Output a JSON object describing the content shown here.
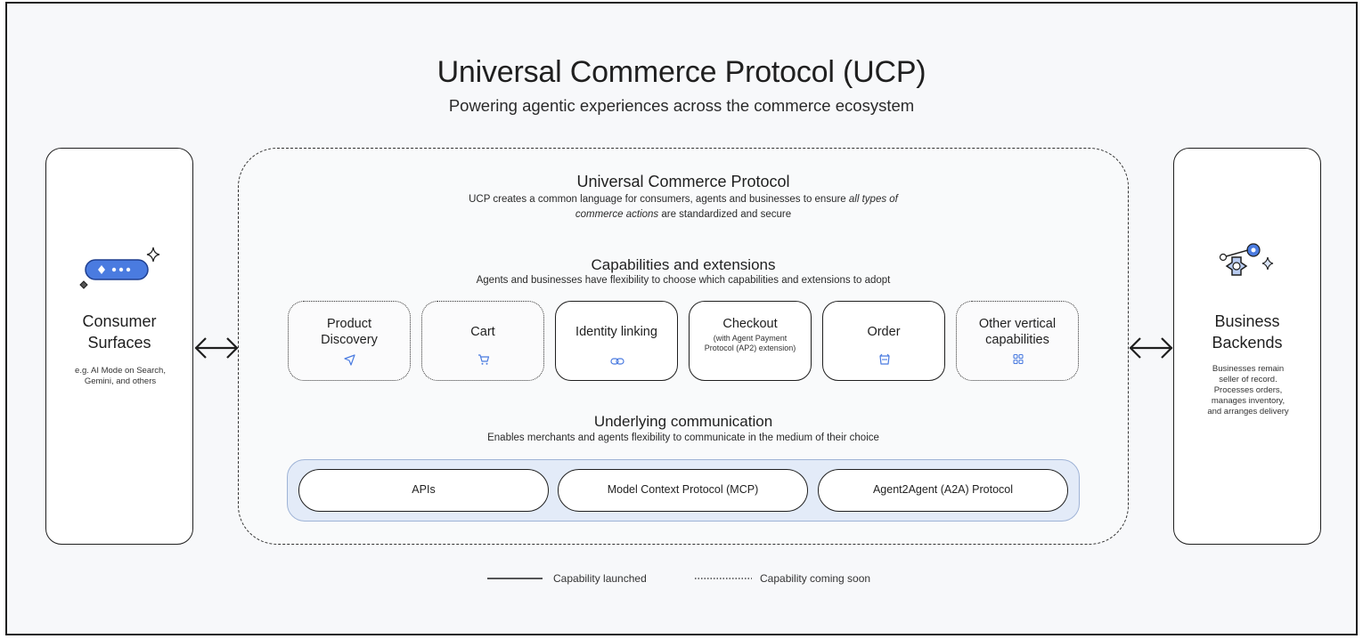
{
  "header": {
    "title": "Universal Commerce Protocol (UCP)",
    "subtitle": "Powering agentic experiences across the commerce ecosystem"
  },
  "consumer": {
    "title_line1": "Consumer",
    "title_line2": "Surfaces",
    "desc_line1": "e.g. AI Mode on Search,",
    "desc_line2": "Gemini, and others"
  },
  "business": {
    "title_line1": "Business",
    "title_line2": "Backends",
    "desc_lines": [
      "Businesses remain",
      "seller of record.",
      "Processes orders,",
      "manages inventory,",
      "and arranges delivery"
    ]
  },
  "protocol": {
    "title": "Universal Commerce Protocol",
    "desc_line1_plain": "UCP creates a common language for consumers, agents and businesses to ensure ",
    "desc_line1_italic": "all types of",
    "desc_line2_italic": "commerce actions",
    "desc_line2_plain": " are standardized and secure"
  },
  "capabilities": {
    "title": "Capabilities and extensions",
    "desc": "Agents and businesses have flexibility to choose which capabilities and extensions to adopt",
    "items": [
      {
        "line1": "Product",
        "line2": "Discovery",
        "status": "coming-soon",
        "icon": "send-icon"
      },
      {
        "line1": "Cart",
        "line2": "",
        "status": "coming-soon",
        "icon": "cart-icon"
      },
      {
        "line1": "Identity linking",
        "line2": "",
        "status": "launched",
        "icon": "link-icon"
      },
      {
        "line1": "Checkout",
        "line2": "",
        "note_lines": [
          "(with Agent Payment",
          "Protocol (AP2) extension)"
        ],
        "status": "launched",
        "icon": ""
      },
      {
        "line1": "Order",
        "line2": "",
        "status": "launched",
        "icon": "order-icon"
      },
      {
        "line1": "Other vertical",
        "line2": "capabilities",
        "status": "coming-soon",
        "icon": "grid-icon"
      }
    ]
  },
  "communication": {
    "title": "Underlying communication",
    "desc": "Enables merchants and agents flexibility to communicate in the medium of their choice",
    "items": [
      "APIs",
      "Model Context Protocol (MCP)",
      "Agent2Agent (A2A) Protocol"
    ]
  },
  "legend": {
    "launched": "Capability launched",
    "coming_soon": "Capability coming soon"
  },
  "colors": {
    "accent_blue": "#4a7be0",
    "bar_fill": "#e3ebf8",
    "bar_border": "#9fb3d6",
    "ink": "#1f1f1f"
  }
}
